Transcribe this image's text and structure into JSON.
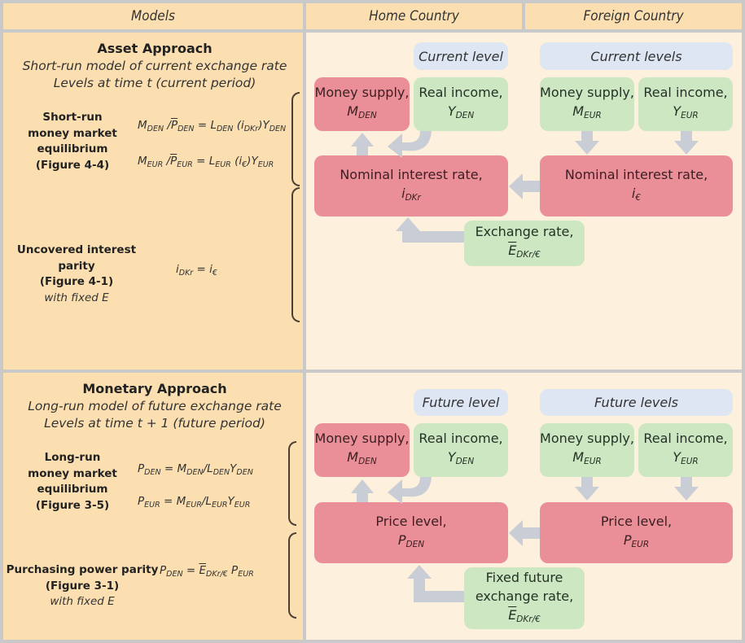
{
  "headers": {
    "models": "Models",
    "home": "Home Country",
    "foreign": "Foreign Country"
  },
  "asset": {
    "title": "Asset Approach",
    "subtitle1": "Short-run model of current exchange rate",
    "subtitle2": "Levels at time t (current period)",
    "row1": {
      "label_lines": [
        "Short-run",
        "money market",
        "equilibrium",
        "(Figure 4-4)"
      ],
      "eq1": {
        "M": "M",
        "M_sub": "DEN",
        "slash": " /",
        "P": "P",
        "P_sub": "DEN",
        "eqs": " = ",
        "L": "L",
        "L_sub": "DEN",
        "open": " (",
        "i": "i",
        "i_sub": "DKr",
        "close": ")",
        "Y": "Y",
        "Y_sub": "DEN"
      },
      "eq2": {
        "M": "M",
        "M_sub": "EUR",
        "slash": " /",
        "P": "P",
        "P_sub": "EUR",
        "eqs": " = ",
        "L": "L",
        "L_sub": "EUR",
        "open": " (",
        "i": "i",
        "i_sub": "€",
        "close": ")",
        "Y": "Y",
        "Y_sub": "EUR"
      }
    },
    "row2": {
      "label_lines": [
        "Uncovered interest",
        "parity",
        "(Figure 4-1)"
      ],
      "label_note": "with fixed E",
      "eq": {
        "i1": "i",
        "i1_sub": "DKr",
        "eqs": " = ",
        "i2": "i",
        "i2_sub": "€"
      }
    },
    "diagram": {
      "home_level_tag": "Current level",
      "foreign_level_tag": "Current levels",
      "home_money": {
        "label": "Money supply,",
        "sym": "M",
        "sub": "DEN"
      },
      "home_income": {
        "label": "Real income,",
        "sym": "Y",
        "sub": "DEN"
      },
      "foreign_money": {
        "label": "Money supply,",
        "sym": "M",
        "sub": "EUR"
      },
      "foreign_income": {
        "label": "Real income,",
        "sym": "Y",
        "sub": "EUR"
      },
      "home_main": {
        "label": "Nominal interest rate,",
        "sym": "i",
        "sub": "DKr"
      },
      "foreign_main": {
        "label": "Nominal interest rate,",
        "sym": "i",
        "sub": "€"
      },
      "exchange": {
        "lines": [
          "Exchange rate,"
        ],
        "sym": "E",
        "sub": "DKr/€"
      }
    }
  },
  "monetary": {
    "title": "Monetary Approach",
    "subtitle1": "Long-run model of future exchange rate",
    "subtitle2": "Levels at time t + 1 (future period)",
    "row1": {
      "label_lines": [
        "Long-run",
        "money market",
        "equilibrium",
        "(Figure 3-5)"
      ],
      "eq1": {
        "P": "P",
        "P_sub": "DEN",
        "eqs": " = ",
        "M": "M",
        "M_sub": "DEN",
        "slash": "/",
        "L": "L",
        "L_sub": "DEN",
        "Y": "Y",
        "Y_sub": "DEN"
      },
      "eq2": {
        "P": "P",
        "P_sub": "EUR",
        "eqs": " = ",
        "M": "M",
        "M_sub": "EUR",
        "slash": "/",
        "L": "L",
        "L_sub": "EUR",
        "Y": "Y",
        "Y_sub": "EUR"
      }
    },
    "row2": {
      "label_lines": [
        "Purchasing power parity",
        "(Figure 3-1)"
      ],
      "label_note": "with fixed E",
      "eq": {
        "P1": "P",
        "P1_sub": "DEN",
        "eqs": " = ",
        "E": "E",
        "E_sub": "DKr/€",
        "sp": " ",
        "P2": "P",
        "P2_sub": "EUR"
      }
    },
    "diagram": {
      "home_level_tag": "Future level",
      "foreign_level_tag": "Future levels",
      "home_money": {
        "label": "Money supply,",
        "sym": "M",
        "sub": "DEN"
      },
      "home_income": {
        "label": "Real income,",
        "sym": "Y",
        "sub": "DEN"
      },
      "foreign_money": {
        "label": "Money supply,",
        "sym": "M",
        "sub": "EUR"
      },
      "foreign_income": {
        "label": "Real income,",
        "sym": "Y",
        "sub": "EUR"
      },
      "home_main": {
        "label": "Price level,",
        "sym": "P",
        "sub": "DEN"
      },
      "foreign_main": {
        "label": "Price level,",
        "sym": "P",
        "sub": "EUR"
      },
      "exchange": {
        "lines": [
          "Fixed future",
          "exchange rate,"
        ],
        "sym": "E",
        "sub": "DKr/€"
      }
    }
  },
  "colors": {
    "models_bg": "#fbdfb1",
    "diagram_bg": "#fdf0dc",
    "endogenous_box": "#ea8f98",
    "exogenous_box": "#cde7c2",
    "level_tag": "#dde6f2",
    "arrow": "#c9cdd6"
  }
}
